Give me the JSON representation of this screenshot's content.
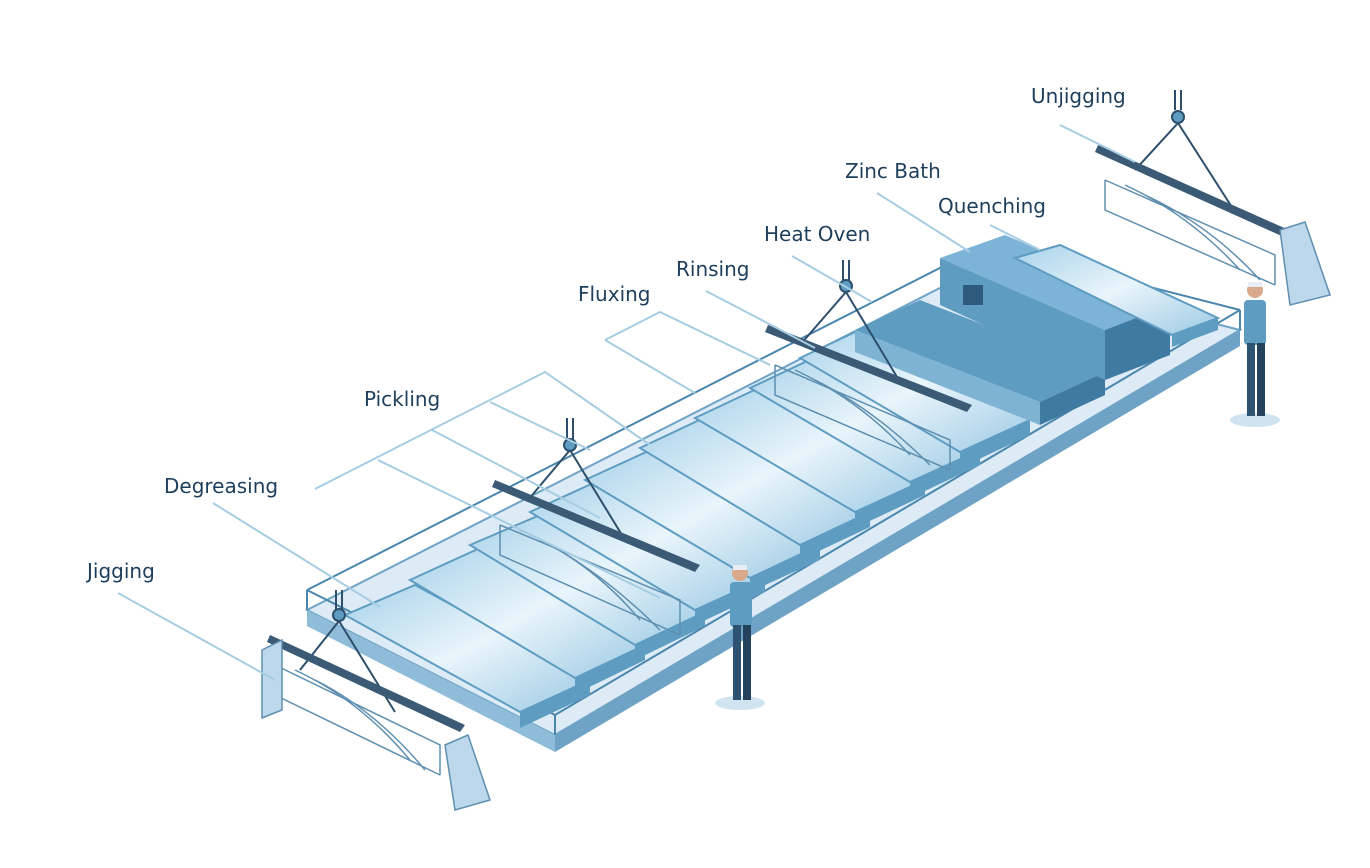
{
  "stages": [
    {
      "id": "jigging",
      "label": "Jigging"
    },
    {
      "id": "degreasing",
      "label": "Degreasing"
    },
    {
      "id": "pickling",
      "label": "Pickling"
    },
    {
      "id": "fluxing",
      "label": "Fluxing"
    },
    {
      "id": "rinsing",
      "label": "Rinsing"
    },
    {
      "id": "heat-oven",
      "label": "Heat Oven"
    },
    {
      "id": "zinc-bath",
      "label": "Zinc Bath"
    },
    {
      "id": "quenching",
      "label": "Quenching"
    },
    {
      "id": "unjigging",
      "label": "Unjigging"
    }
  ],
  "colors": {
    "label_text": "#1e3f5c",
    "leader_line": "#a7cde3",
    "tank_top": "#b9dbee",
    "tank_side": "#5f9cc2",
    "platform": "#d7e9f4",
    "railing": "#4b86ad",
    "worker": "#2e5272"
  }
}
